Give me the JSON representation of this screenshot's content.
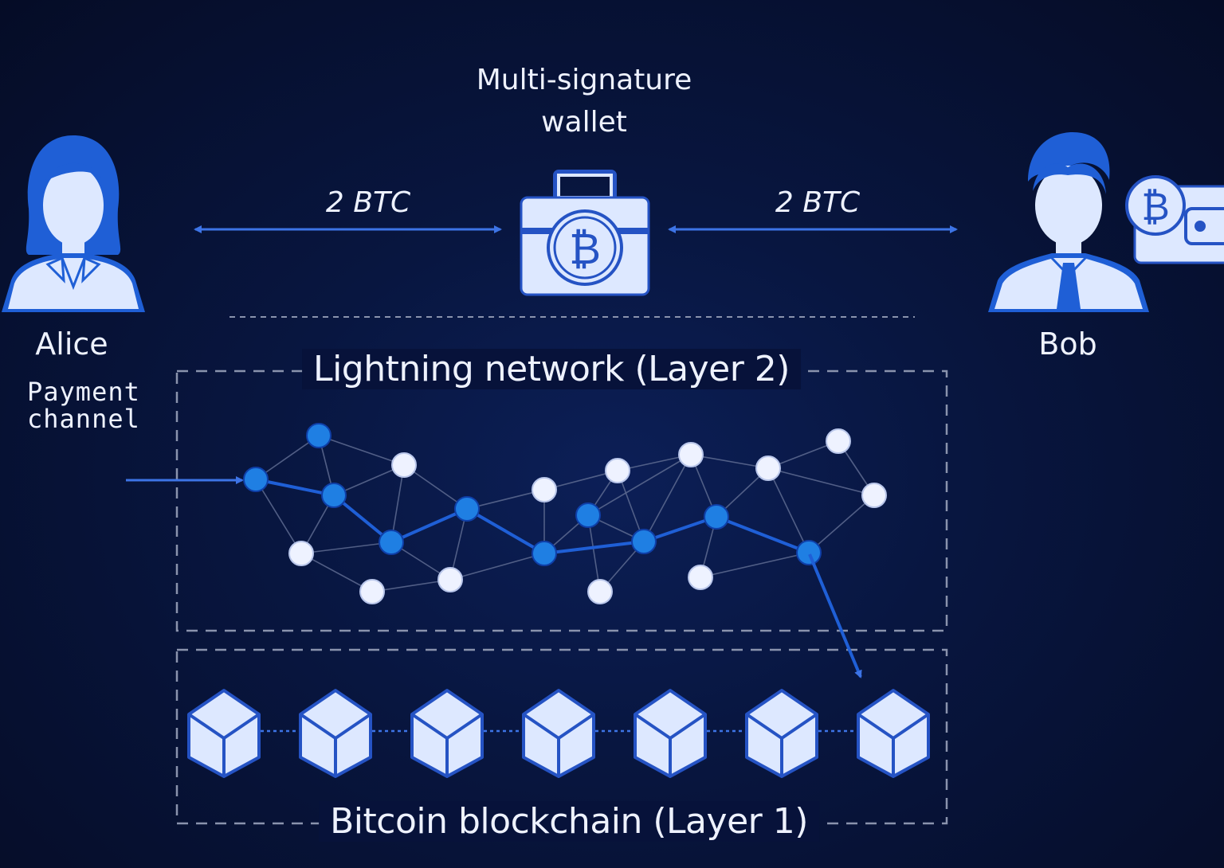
{
  "colors": {
    "background": "#07123a",
    "accent": "#1f5fd6",
    "node_active": "#1f7fe3",
    "node_idle": "#eef2ff",
    "icon_fill": "#dde8ff",
    "icon_stroke": "#2553c4",
    "dashed_border": "#8a93ad",
    "text": "#eef2ff"
  },
  "wallet": {
    "title_line1": "Multi-signature",
    "title_line2": "wallet",
    "icon": "bitcoin-briefcase-icon"
  },
  "left_amount": "2 BTC",
  "right_amount": "2 BTC",
  "alice": {
    "name": "Alice",
    "icon": "woman-avatar-icon"
  },
  "bob": {
    "name": "Bob",
    "icon": "man-avatar-icon",
    "wallet_icon": "bitcoin-card-wallet-icon"
  },
  "payment_channel": {
    "line1": "Payment",
    "line2": "channel"
  },
  "layer2": {
    "title": "Lightning network (Layer 2)"
  },
  "layer1": {
    "title": "Bitcoin blockchain (Layer 1)",
    "block_count": 7,
    "block_icon": "block-cube-icon"
  }
}
